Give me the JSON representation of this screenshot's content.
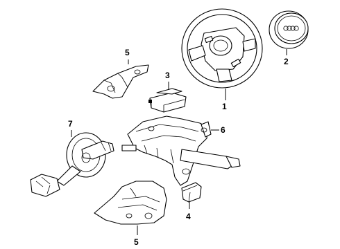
{
  "diagram": {
    "callouts": [
      {
        "id": "steering-wheel",
        "label": "1"
      },
      {
        "id": "airbag-module",
        "label": "2"
      },
      {
        "id": "control-module",
        "label": "3"
      },
      {
        "id": "lower-switch",
        "label": "4"
      },
      {
        "id": "upper-shroud",
        "label": "5"
      },
      {
        "id": "lower-shroud",
        "label": "5"
      },
      {
        "id": "steering-column",
        "label": "6"
      },
      {
        "id": "intermediate-shaft",
        "label": "7"
      }
    ]
  }
}
